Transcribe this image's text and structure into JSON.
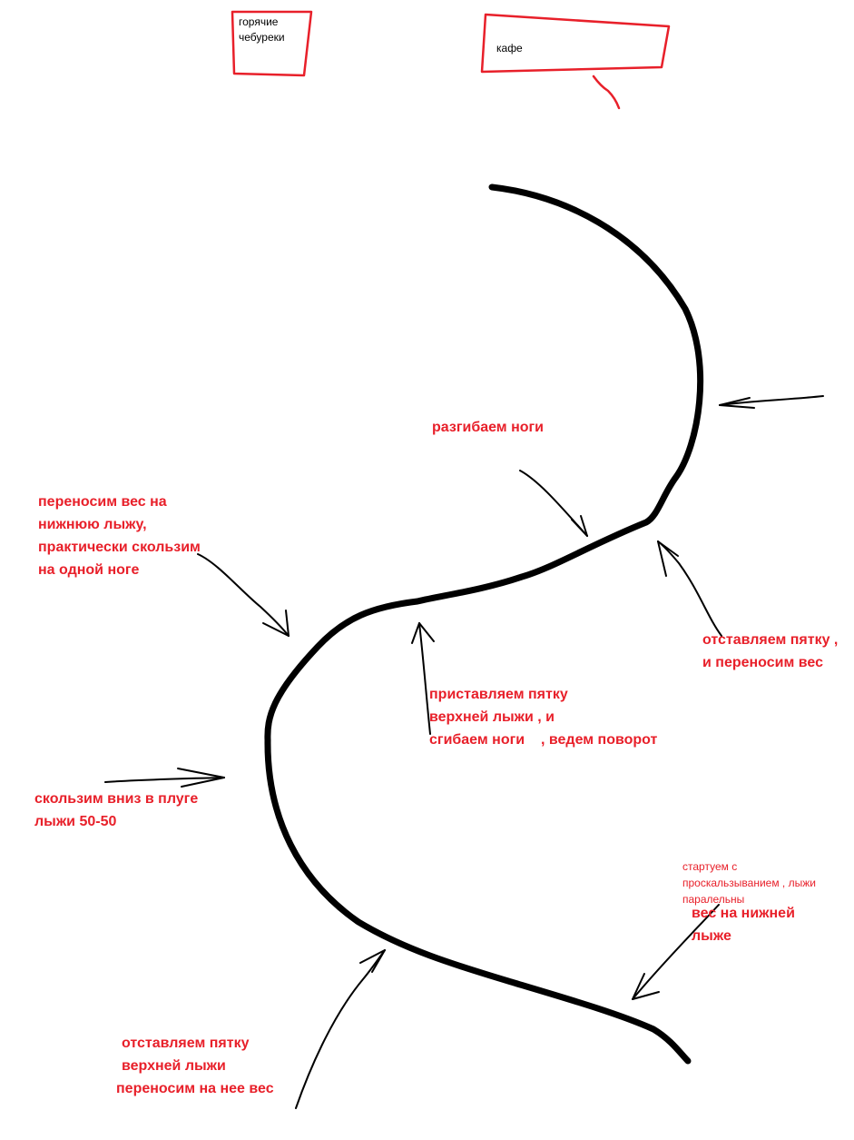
{
  "signs": {
    "cheburek": [
      "горячие",
      "чебуреки"
    ],
    "cafe": "кафе"
  },
  "annotations": {
    "straighten_legs": "разгибаем ноги",
    "shift_weight_lower": [
      "переносим вес на",
      "нижнюю лыжу,",
      "практически скользим",
      "на одной ноге"
    ],
    "put_heel_upper": [
      "приставляем пятку",
      "верхней лыжи , и",
      "сгибаем ноги"
    ],
    "lead_turn": ", ведем поворот",
    "set_heel_transfer_right": [
      "отставляем пятку ,",
      "и переносим вес"
    ],
    "plough_glide": [
      "скользим вниз в плуге",
      "лыжи 50-50"
    ],
    "start_sideslip": [
      "стартуем с",
      "проскальзыванием , лыжи",
      "паралельны"
    ],
    "weight_lower_ski": [
      "вес на нижней",
      "лыже"
    ],
    "set_heel_transfer_bottom": [
      "отставляем пятку",
      "верхней лыжи",
      "переносим на нее вес"
    ]
  },
  "colors": {
    "annotation": "#e8202a",
    "path": "#000000",
    "sign_border": "#e8202a",
    "background": "#ffffff"
  }
}
